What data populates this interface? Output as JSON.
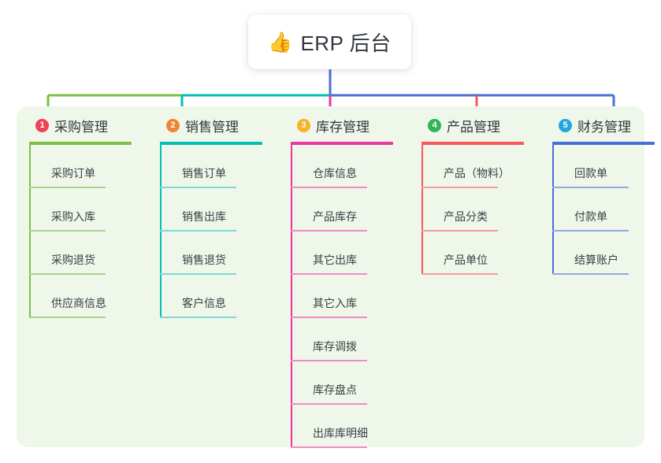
{
  "page": {
    "background": "#ffffff",
    "panel_color": "#eef7e9"
  },
  "root": {
    "icon": "thumbs-up-icon",
    "icon_glyph": "👍",
    "title": "ERP 后台",
    "card_background": "#ffffff"
  },
  "branches": [
    {
      "index": "1",
      "title": "采购管理",
      "badge_color": "#ed4258",
      "line_color": "#7ebf45",
      "item_line_color": "#a9d18e",
      "items": [
        {
          "label": "采购订单"
        },
        {
          "label": "采购入库"
        },
        {
          "label": "采购退货"
        },
        {
          "label": "供应商信息"
        }
      ]
    },
    {
      "index": "2",
      "title": "销售管理",
      "badge_color": "#f08536",
      "line_color": "#00bfb3",
      "item_line_color": "#7fd9d2",
      "items": [
        {
          "label": "销售订单"
        },
        {
          "label": "销售出库"
        },
        {
          "label": "销售退货"
        },
        {
          "label": "客户信息"
        }
      ]
    },
    {
      "index": "3",
      "title": "库存管理",
      "badge_color": "#f5b325",
      "line_color": "#e8379e",
      "item_line_color": "#f08cc4",
      "items": [
        {
          "label": "仓库信息"
        },
        {
          "label": "产品库存"
        },
        {
          "label": "其它出库"
        },
        {
          "label": "其它入库"
        },
        {
          "label": "库存调拨"
        },
        {
          "label": "库存盘点"
        },
        {
          "label": "出库库明细"
        }
      ]
    },
    {
      "index": "4",
      "title": "产品管理",
      "badge_color": "#2fb457",
      "line_color": "#f9565a",
      "item_line_color": "#f79a9c",
      "items": [
        {
          "label": "产品（物料）"
        },
        {
          "label": "产品分类"
        },
        {
          "label": "产品单位"
        }
      ]
    },
    {
      "index": "5",
      "title": "财务管理",
      "badge_color": "#22a7e0",
      "line_color": "#4a6fd4",
      "item_line_color": "#93aae0",
      "items": [
        {
          "label": "回款单"
        },
        {
          "label": "付款单"
        },
        {
          "label": "结算账户"
        }
      ]
    }
  ],
  "connectors": {
    "trunk_color": "#4a6fd4",
    "bus_segments": [
      {
        "color": "#7ebf45"
      },
      {
        "color": "#00bfb3"
      },
      {
        "color": "#4a6fd4"
      }
    ]
  }
}
